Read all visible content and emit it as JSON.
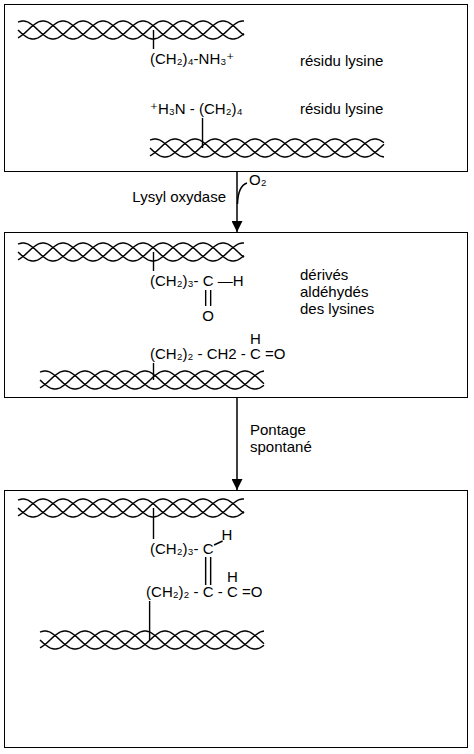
{
  "diagram": {
    "nodes": [
      {
        "text": [
          "(CH₂)₄-NH₃⁺",
          "résidu lysine",
          "⁺H₃N - (CH₂)₄",
          "résidu lysine"
        ]
      },
      {
        "text": [
          "(CH₂)₃- C —H",
          "O",
          "dérivés aldéhydés des lysines",
          "H",
          "(CH₂)₂ - CH2 - C =O"
        ]
      },
      {
        "text": [
          "H",
          "(CH₂)₃- C",
          "H",
          "(CH₂)₂ - C - C =O"
        ]
      }
    ],
    "edges": [
      {
        "from": 0,
        "to": 1,
        "arrow": "to",
        "label": "Lysyl oxydase"
      },
      {
        "from": 1,
        "to": 2,
        "arrow": "to",
        "label": "Pontage spontané"
      }
    ],
    "labels": [
      "O₂"
    ]
  }
}
